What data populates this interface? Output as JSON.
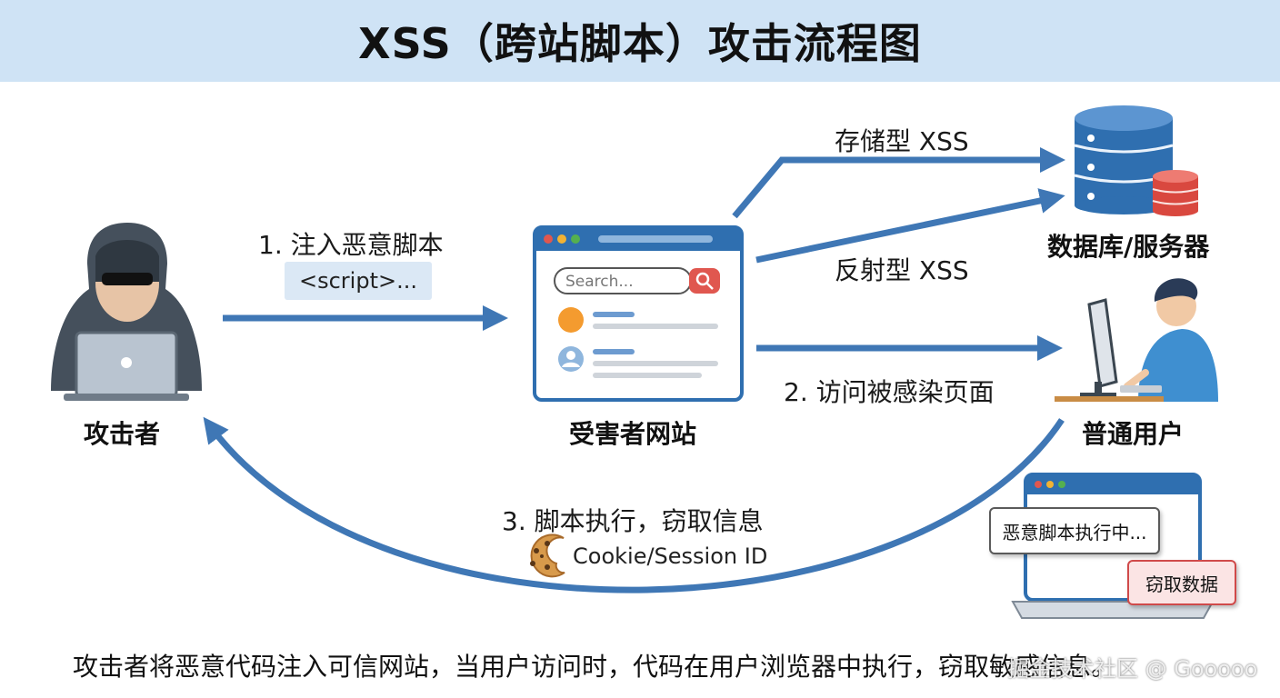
{
  "title": "XSS（跨站脚本）攻击流程图",
  "nodes": {
    "attacker": "攻击者",
    "victim_site": "受害者网站",
    "database": "数据库/服务器",
    "user": "普通用户"
  },
  "steps": {
    "inject": "1. 注入恶意脚本",
    "inject_code": "<script>...",
    "stored": "存储型 XSS",
    "reflected": "反射型 XSS",
    "visit": "2. 访问被感染页面",
    "execute": "3. 脚本执行，窃取信息",
    "cookie": "Cookie/Session ID"
  },
  "browser": {
    "search_placeholder": "Search..."
  },
  "popups": {
    "running": "恶意脚本执行中...",
    "steal": "窃取数据"
  },
  "caption": "攻击者将恶意代码注入可信网站，当用户访问时，代码在用户浏览器中执行，窃取敏感信息。",
  "watermark": "掘金技术社区 @ Gooooo",
  "colors": {
    "arrow": "#3f77b5",
    "title_bg": "#cfe3f5",
    "db_blue": "#2f6fb0",
    "db_red": "#d9483f",
    "hood": "#45505c"
  }
}
